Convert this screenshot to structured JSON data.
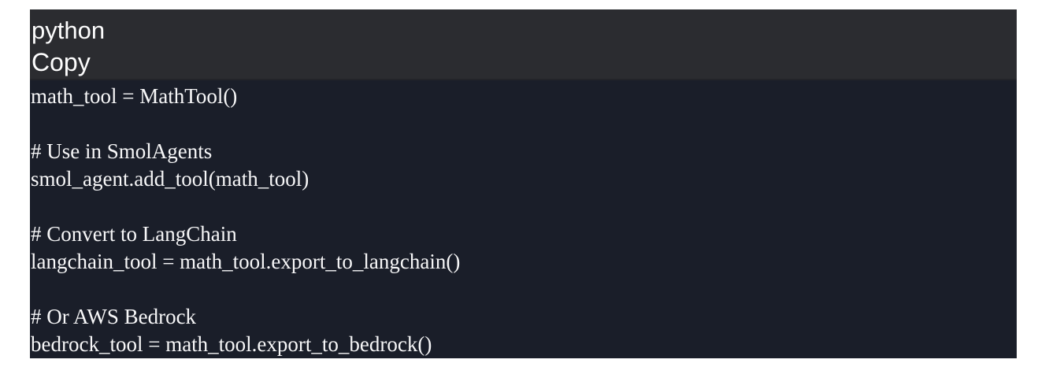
{
  "code_block": {
    "header": {
      "language_label": "python",
      "copy_label": "Copy",
      "background_color": "#2b2c30"
    },
    "body": {
      "background_color": "#1a1e29",
      "text_color": "#f7f7f8",
      "lines": [
        "math_tool = MathTool()",
        "",
        "# Use in SmolAgents",
        "smol_agent.add_tool(math_tool)",
        "",
        "# Convert to LangChain",
        "langchain_tool = math_tool.export_to_langchain()",
        "",
        "# Or AWS Bedrock",
        "bedrock_tool = math_tool.export_to_bedrock()"
      ]
    }
  }
}
